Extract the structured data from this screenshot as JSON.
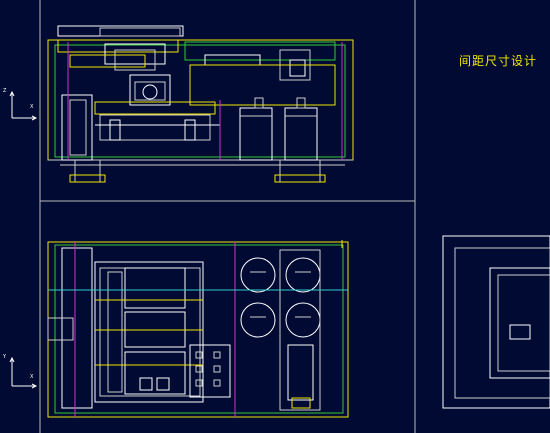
{
  "drawing": {
    "title": "间距尺寸设计",
    "ucs_top": {
      "y_label": "Z",
      "x_label": "X"
    },
    "ucs_bottom": {
      "y_label": "Y",
      "x_label": "X"
    }
  },
  "colors": {
    "background": "#000a33",
    "frame": "#cccccc",
    "yellow": "#f2e600",
    "white": "#ffffff",
    "green": "#33cc33",
    "magenta": "#cc33cc",
    "cyan": "#33cccc"
  }
}
